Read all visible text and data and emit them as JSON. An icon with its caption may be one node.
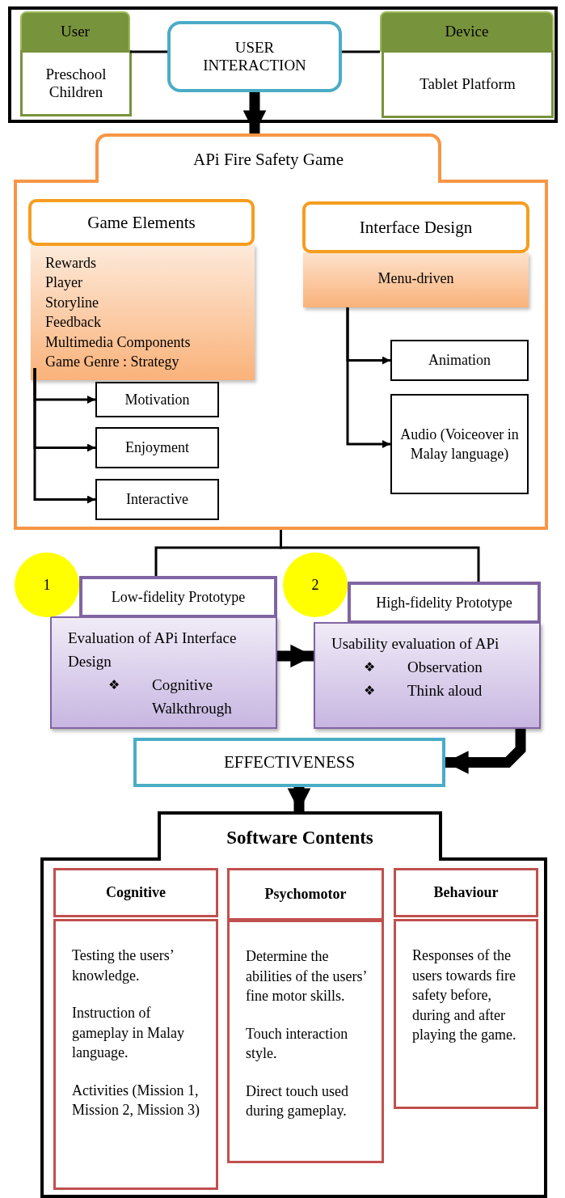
{
  "diagram": {
    "nodes": [
      {
        "text": [],
        "shape": "box"
      },
      {
        "text": [
          "User"
        ],
        "in": 0
      },
      {
        "text": [
          "Preschool Children"
        ],
        "in": 0
      },
      {
        "text": [
          "USER INTERACTION"
        ],
        "in": 0
      },
      {
        "text": [
          "Device"
        ],
        "in": 0
      },
      {
        "text": [
          "Tablet Platform"
        ],
        "in": 0
      },
      {
        "text": [
          "APi Fire Safety Game"
        ]
      },
      {
        "text": [],
        "shape": "box"
      },
      {
        "text": [
          "Game Elements"
        ],
        "in": 7
      },
      {
        "text": [
          "Rewards",
          "Player",
          "Storyline",
          "Feedback",
          "Multimedia Components",
          "Game Genre : Strategy"
        ],
        "in": 7
      },
      {
        "text": [
          "Interface Design"
        ],
        "in": 7
      },
      {
        "text": [
          "Menu-driven"
        ],
        "in": 7
      },
      {
        "text": [
          "Motivation"
        ],
        "in": 7
      },
      {
        "text": [
          "Enjoyment"
        ],
        "in": 7
      },
      {
        "text": [
          "Interactive"
        ],
        "in": 7
      },
      {
        "text": [
          "Animation"
        ],
        "in": 7
      },
      {
        "text": [
          "Audio (Voiceover in Malay language)"
        ],
        "in": 7
      },
      {
        "text": [
          "1"
        ]
      },
      {
        "text": [
          "Low-fidelity Prototype"
        ]
      },
      {
        "text": [
          "Evaluation of APi Interface Design",
          "❖",
          "Cognitive Walkthrough"
        ]
      },
      {
        "text": [
          "2"
        ]
      },
      {
        "text": [
          "High-fidelity Prototype"
        ]
      },
      {
        "text": [
          "Usability evaluation of APi",
          "❖",
          "Observation",
          "❖",
          "Think aloud"
        ]
      },
      {
        "text": [
          "EFFECTIVENESS"
        ]
      },
      {
        "text": [
          "Software Contents"
        ]
      },
      {
        "text": [],
        "shape": "box"
      },
      {
        "text": [
          "Cognitive"
        ],
        "in": 25
      },
      {
        "text": [
          "Testing the users’ knowledge.",
          "Instruction of gameplay in Malay language.",
          "Activities (Mission 1, Mission 2, Mission 3)"
        ],
        "in": 25
      },
      {
        "text": [
          "Psychomotor"
        ],
        "in": 25
      },
      {
        "text": [
          "Determine the abilities of the users’ fine motor skills.",
          "Touch interaction style.",
          "Direct touch used during gameplay."
        ],
        "in": 25
      },
      {
        "text": [
          "Behaviour"
        ],
        "in": 25
      },
      {
        "text": [
          "Responses of the users towards fire safety before, during and after playing the game."
        ],
        "in": 25
      }
    ],
    "edges": [
      {
        "from": 1,
        "to": 3,
        "arrow": "none"
      },
      {
        "from": 3,
        "to": 4,
        "arrow": "none"
      },
      {
        "from": 3,
        "to": 6,
        "arrow": "to",
        "style": "thick"
      },
      {
        "from": 9,
        "to": 12,
        "arrow": "to"
      },
      {
        "from": 9,
        "to": 13,
        "arrow": "to"
      },
      {
        "from": 9,
        "to": 14,
        "arrow": "to"
      },
      {
        "from": 11,
        "to": 15,
        "arrow": "to"
      },
      {
        "from": 11,
        "to": 16,
        "arrow": "to"
      },
      {
        "from": 7,
        "to": 18,
        "arrow": "none"
      },
      {
        "from": 7,
        "to": 21,
        "arrow": "none"
      },
      {
        "from": 19,
        "to": 22,
        "arrow": "to",
        "style": "thick"
      },
      {
        "from": 22,
        "to": 23,
        "arrow": "to",
        "style": "thick"
      },
      {
        "from": 23,
        "to": 24,
        "arrow": "to",
        "style": "thick"
      }
    ]
  }
}
